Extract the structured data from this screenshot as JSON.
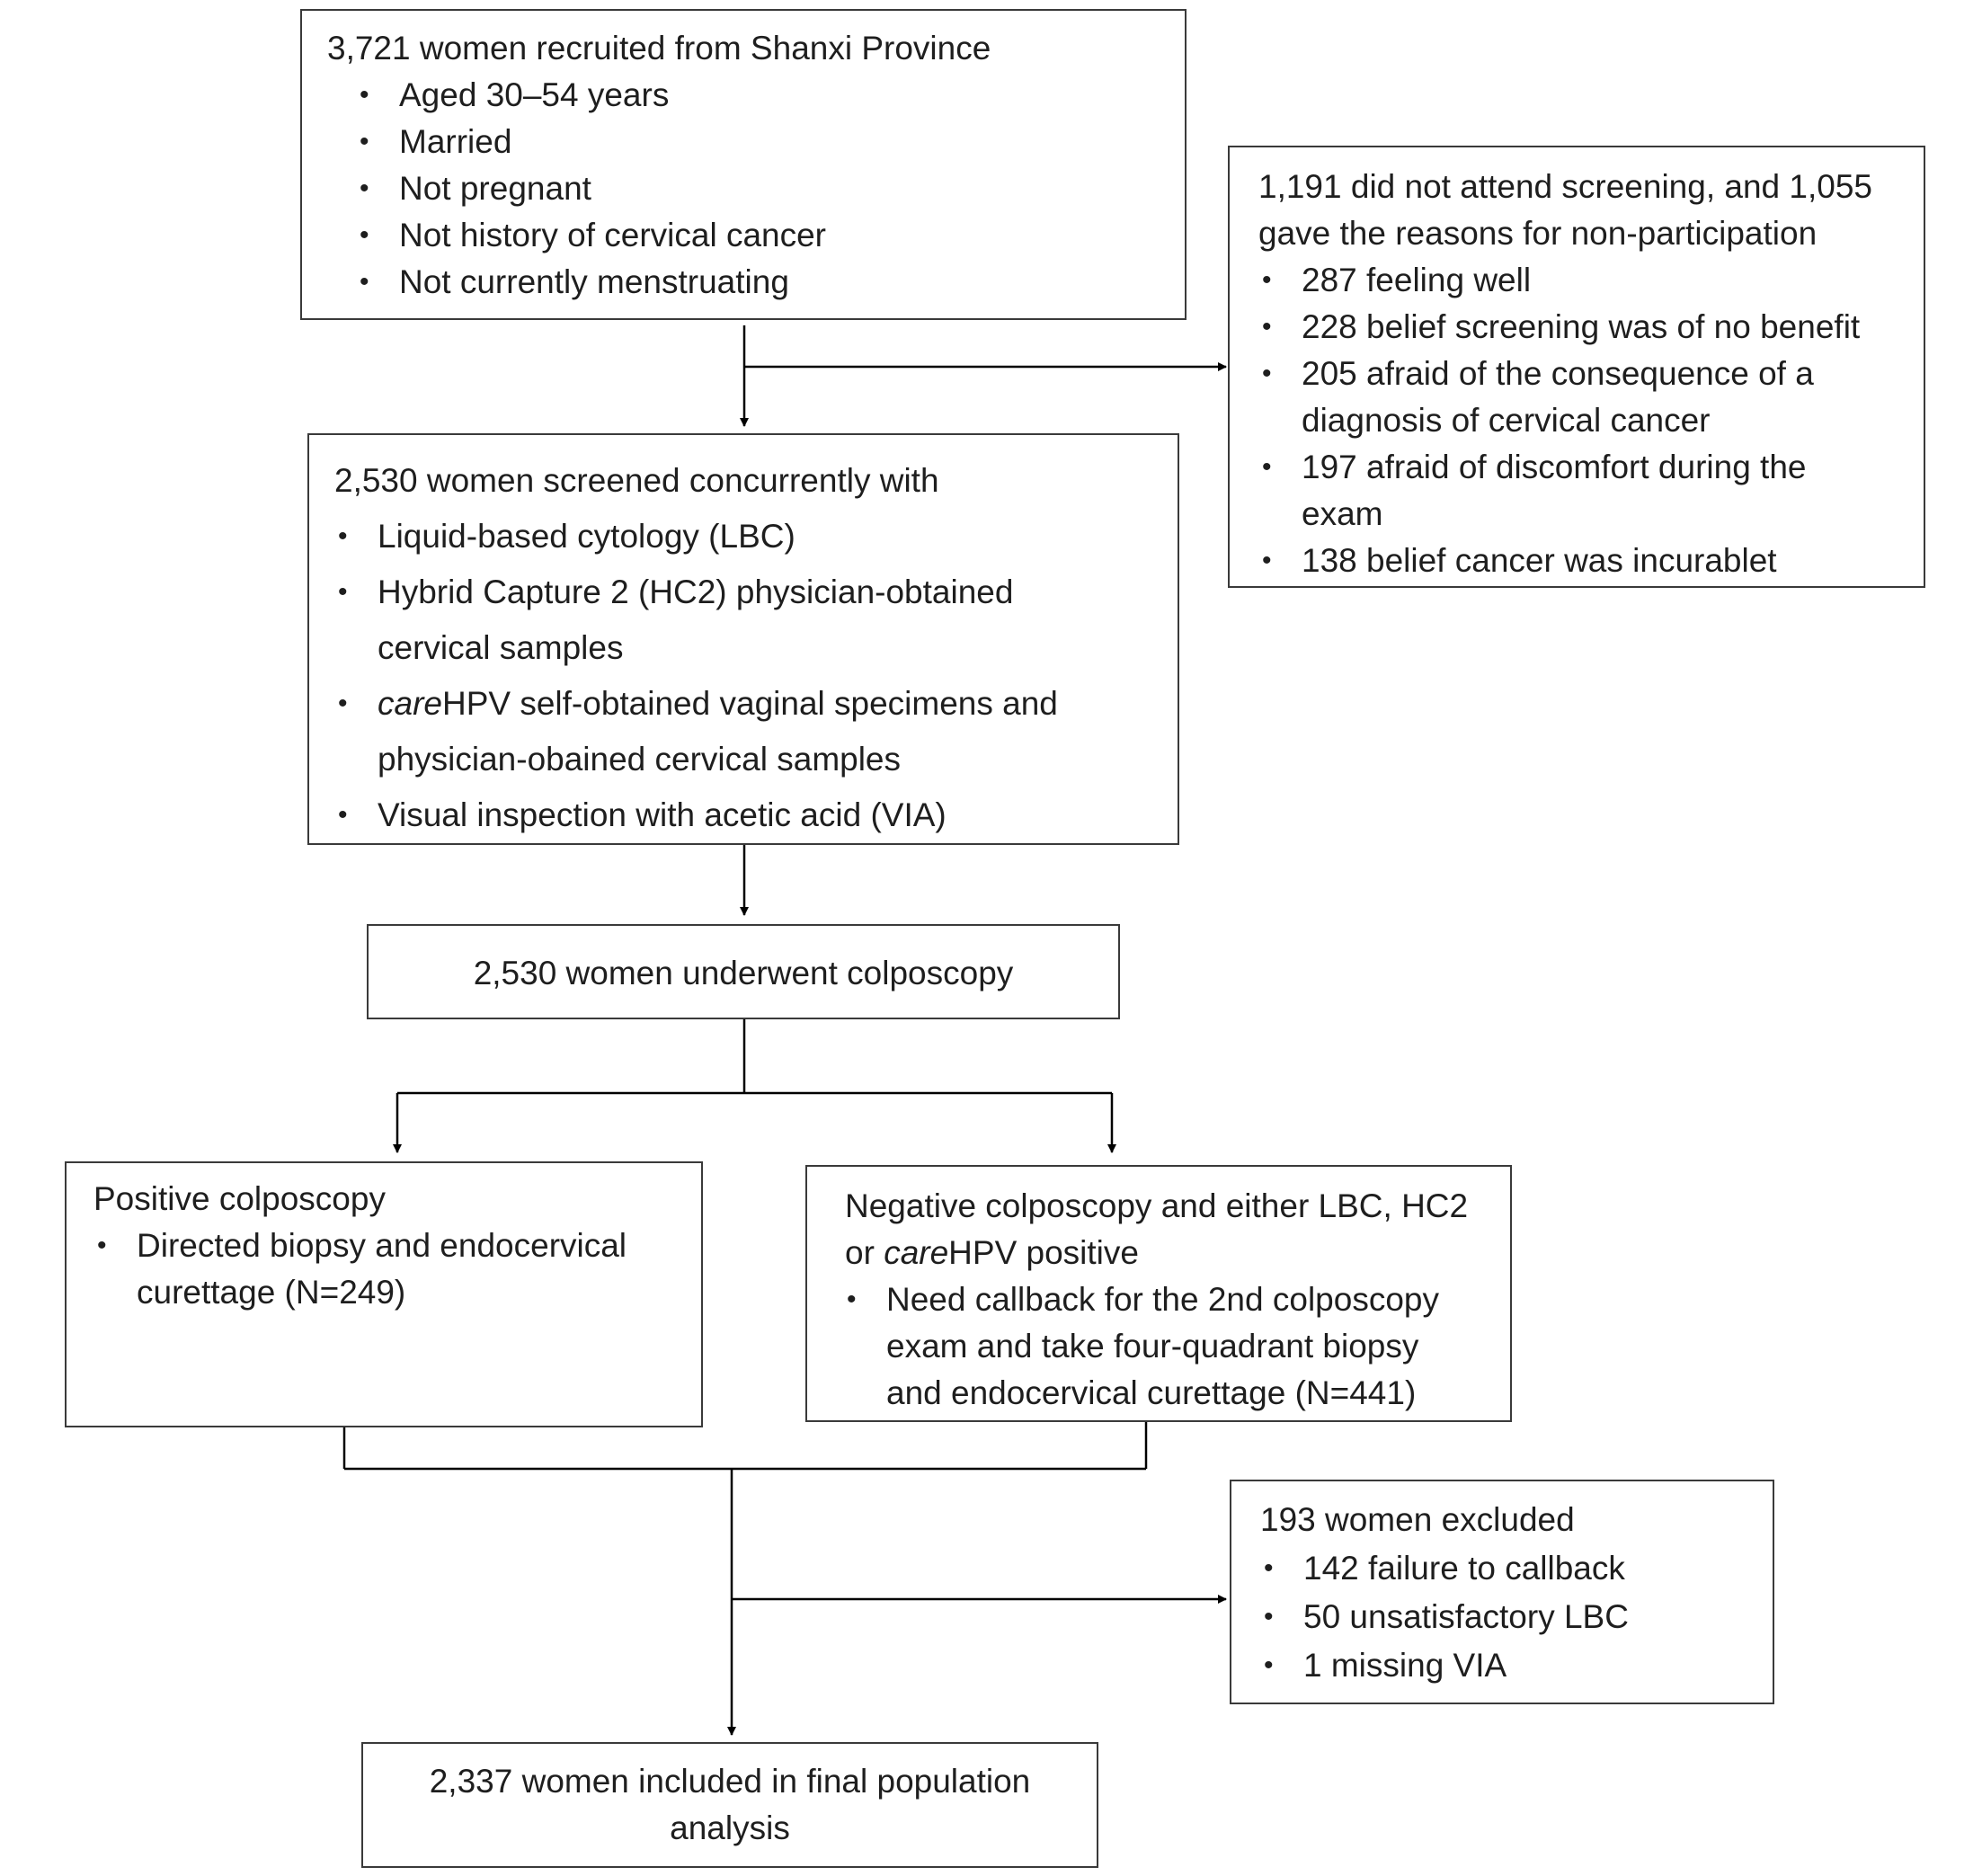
{
  "box_recruited": {
    "heading": "3,721 women recruited from Shanxi Province",
    "items": [
      "Aged 30–54 years",
      "Married",
      "Not pregnant",
      "Not history of cervical cancer",
      "Not currently menstruating"
    ]
  },
  "box_nonattend": {
    "heading_lines": [
      "1,191 did not attend screening, and 1,055",
      "gave the reasons for non-participation"
    ],
    "items": [
      {
        "lines": [
          "287 feeling well"
        ]
      },
      {
        "lines": [
          "228 belief screening was of no benefit"
        ]
      },
      {
        "lines": [
          "205 afraid of the consequence of a",
          "diagnosis of cervical cancer"
        ]
      },
      {
        "lines": [
          "197 afraid of discomfort during the",
          "exam"
        ]
      },
      {
        "lines": [
          "138 belief cancer was incurablet"
        ]
      }
    ]
  },
  "box_screened": {
    "heading": "2,530 women screened concurrently with",
    "items": [
      {
        "lines": [
          "Liquid-based cytology (LBC)"
        ]
      },
      {
        "lines": [
          "Hybrid Capture 2 (HC2) physician-obtained",
          "cervical samples"
        ]
      },
      {
        "italic": "care",
        "lines": [
          "HPV self-obtained vaginal specimens and",
          "physician-obained cervical samples"
        ]
      },
      {
        "lines": [
          "Visual inspection with acetic acid (VIA)"
        ]
      }
    ]
  },
  "box_colposcopy": {
    "text": "2,530 women underwent colposcopy"
  },
  "box_positive": {
    "heading": "Positive colposcopy",
    "items": [
      {
        "lines": [
          "Directed biopsy and endocervical",
          "curettage (N=249)"
        ]
      }
    ]
  },
  "box_negative": {
    "heading_line1": "Negative colposcopy and either LBC, HC2",
    "heading_line2_pre": "or ",
    "heading_line2_italic": "care",
    "heading_line2_post": "HPV positive",
    "items": [
      {
        "lines": [
          "Need callback for the 2nd colposcopy",
          "exam and take four-quadrant biopsy",
          "and endocervical curettage (N=441)"
        ]
      }
    ]
  },
  "box_excluded": {
    "heading": "193 women excluded",
    "items": [
      "142 failure to callback",
      "50 unsatisfactory LBC",
      "1 missing VIA"
    ]
  },
  "box_final": {
    "lines": [
      "2,337 women included in final population",
      "analysis"
    ]
  },
  "colors": {
    "line": "#000000",
    "border": "#3a3a3a",
    "text": "#1e1e1e"
  }
}
